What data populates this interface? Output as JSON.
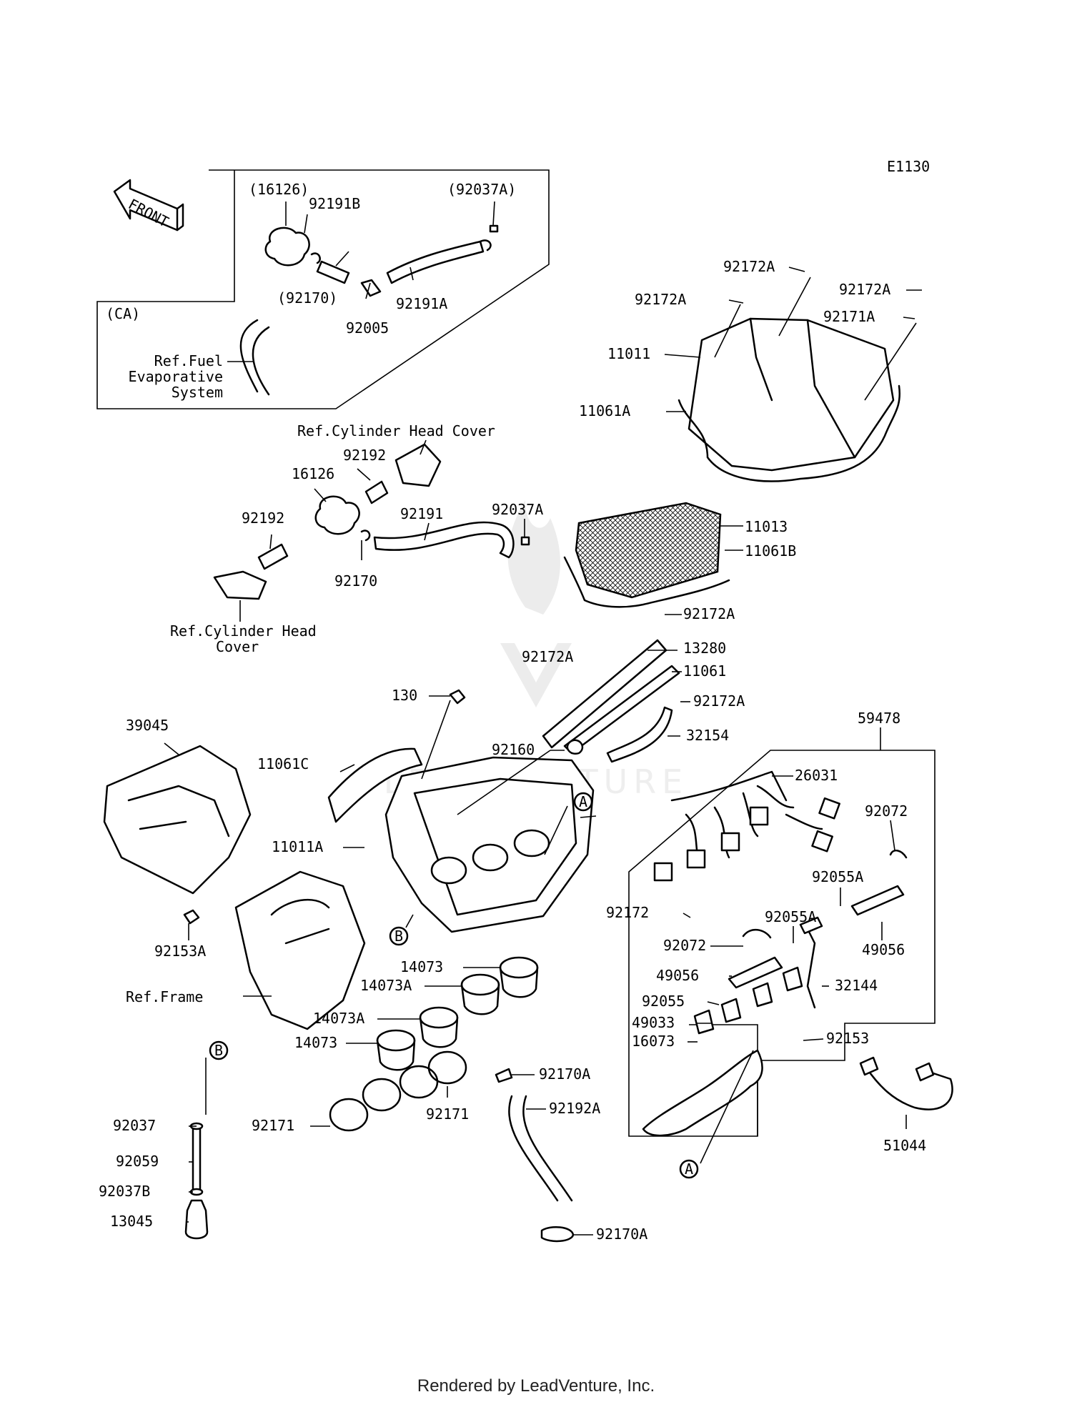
{
  "diagram_id": "E1130",
  "front_label": "FRONT",
  "footer": "Rendered by LeadVenture, Inc.",
  "watermark": "LEADVENTURE",
  "callouts": {
    "ca": "(CA)",
    "a": "A",
    "b": "B"
  },
  "labels": [
    "(16126)",
    "92191B",
    "(92170)",
    "92005",
    "92191A",
    "(92037A)",
    "Ref.Fuel",
    "Evaporative",
    "System",
    "Ref.Cylinder Head Cover",
    "92192",
    "16126",
    "92192",
    "92191",
    "92037A",
    "92170",
    "Ref.Cylinder Head",
    "Cover",
    "92172A",
    "92172A",
    "92172A",
    "92171A",
    "11011",
    "11061A",
    "11013",
    "11061B",
    "92172A",
    "92172A",
    "13280",
    "11061",
    "92172A",
    "130",
    "32154",
    "39045",
    "11061C",
    "92160",
    "11011A",
    "92153A",
    "Ref.Frame",
    "14073",
    "14073A",
    "14073A",
    "14073",
    "92171",
    "92171",
    "92170A",
    "92192A",
    "92170A",
    "92037",
    "92059",
    "92037B",
    "13045",
    "59478",
    "26031",
    "92072",
    "92055A",
    "92055A",
    "92172",
    "92072",
    "49056",
    "49056",
    "32144",
    "92055",
    "49033",
    "16073",
    "92153",
    "51044"
  ]
}
